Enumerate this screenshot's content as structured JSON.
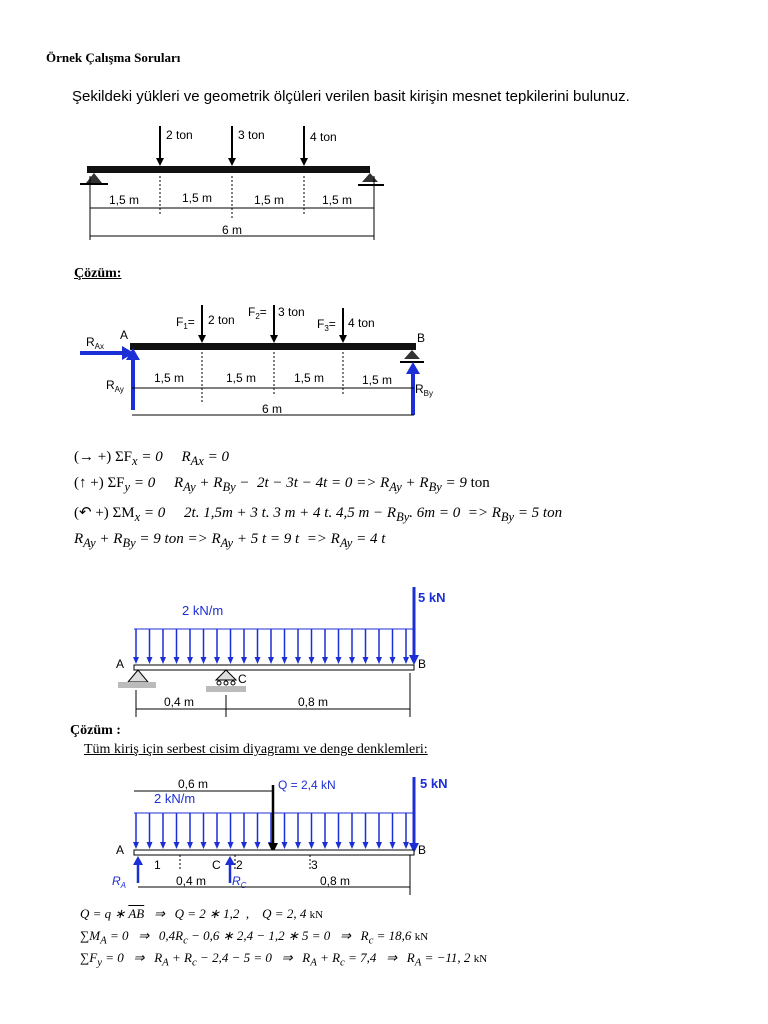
{
  "doc_title": "Örnek Çalışma Soruları",
  "problem1": {
    "statement": "Şekildeki yükleri ve geometrik ölçüleri verilen basit kirişin mesnet tepkilerini bulunuz.",
    "loads": [
      "2 ton",
      "3 ton",
      "4 ton"
    ],
    "spans": [
      "1,5 m",
      "1,5 m",
      "1,5 m",
      "1,5 m"
    ],
    "total": "6 m"
  },
  "solution1": {
    "heading": "Çözüm:",
    "labels": {
      "A": "A",
      "B": "B",
      "RAx": "R",
      "RAx_sub": "Ax",
      "RAy": "R",
      "RAy_sub": "Ay",
      "RBy": "R",
      "RBy_sub": "By",
      "F1": "F",
      "F1_sub": "1",
      "F1_eq": "=",
      "F2": "F",
      "F2_sub": "2",
      "F2_eq": "=",
      "F3": "F",
      "F3_sub": "3",
      "F3_eq": "="
    },
    "equations": [
      "(→ +) ΣFₓ = 0     R_Ax = 0",
      "(↑ +) ΣF_y = 0     R_Ay + R_By − 2t − 3t − 4t = 0 => R_Ay + R_By = 9 ton",
      "(↶ +) ΣMₓ = 0     2t. 1,5m + 3 t. 3 m + 4 t. 4,5 m − R_By. 6m = 0  => R_By = 5 ton",
      "R_Ay + R_By = 9 ton => R_Ay + 5 t = 9 t  => R_Ay = 4 t"
    ]
  },
  "problem2": {
    "dist_load": "2 kN/m",
    "point_load": "5 kN",
    "A": "A",
    "B": "B",
    "C": "C",
    "dims": [
      "0,4 m",
      "0,8 m"
    ]
  },
  "solution2": {
    "heading": "Çözüm :",
    "caption": "Tüm kiriş için serbest cisim diyagramı ve denge denklemleri:",
    "dim_06": "0,6 m",
    "Q_label": "Q = 2,4 kN",
    "dist_load": "2 kN/m",
    "point_load": "5 kN",
    "A": "A",
    "B": "B",
    "C": "C",
    "sections": [
      "1",
      "2",
      "3"
    ],
    "RA": "R",
    "RA_sub": "A",
    "RC": "R",
    "RC_sub": "C",
    "dims": [
      "0,4 m",
      "0,8 m"
    ],
    "equations": [
      "Q = q ∗ AB   ⇒   Q = 2 ∗ 1,2  ,   Q = 2, 4 kN",
      "∑M_A = 0   ⇒   0,4R_c − 0,6 ∗ 2,4 − 1,2 ∗ 5 = 0   ⇒   R_c = 18,6 kN",
      "∑F_y = 0   ⇒   R_A + R_c − 2,4 − 5 = 0   ⇒   R_A + R_c = 7,4   ⇒   R_A = −11,2 kN"
    ]
  },
  "colors": {
    "blue": "#1c2fd6",
    "black": "#000000"
  }
}
